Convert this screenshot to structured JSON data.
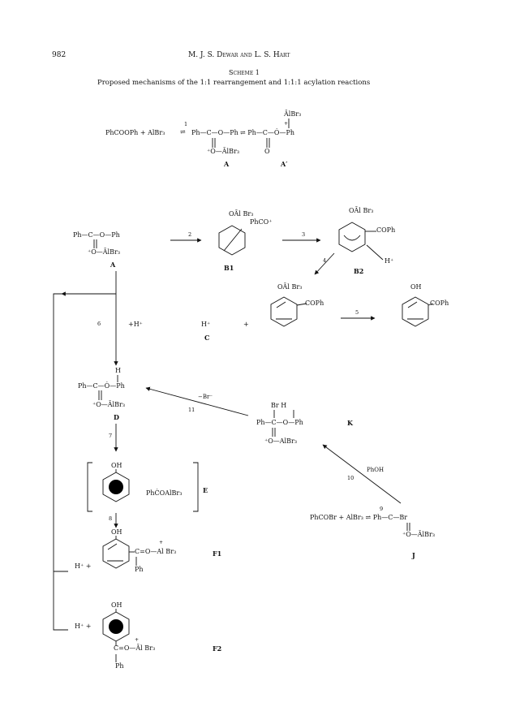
{
  "header": {
    "page_number": "982",
    "running_head": "M. J. S. Dewar and L. S. Hart"
  },
  "scheme": {
    "title": "Scheme 1",
    "caption": "Proposed mechanisms of the 1:1 rearrangement and 1:1:1 acylation reactions"
  },
  "top_equation": {
    "lhs": "PhCOOPh + AlBr₃",
    "step": "1",
    "A_main": "Ph—C—O—Ph",
    "A_sub": "⁺O—ĀlBr₃",
    "A_mid": "⇌ Ph—C—Ȯ—Ph",
    "Ap_top": "ĀlBr₃",
    "Ap_plus": "+",
    "Ap_sub": "O",
    "eq1": "⇌",
    "label_A": "A",
    "label_Ap": "A′"
  },
  "compounds": {
    "A_left_main": "Ph—C—O—Ph",
    "A_left_sub": "⁺O—ĀlBr₃",
    "A_left_label": "A",
    "B1_top": "OĀl Br₃",
    "B1_sub": "PhCO⁺",
    "B1_label": "B1",
    "B2_top": "OĀl Br₃",
    "B2_sub": "COPh",
    "B2_H": "H⁺",
    "B2_label": "B2",
    "C_H": "H⁺",
    "C_label": "C",
    "C_plus": "+",
    "mid_top": "OĀl Br₃",
    "mid_sub": "COPh",
    "prod_top": "OH",
    "prod_sub": "COPh",
    "D_H": "H",
    "D_main": "Ph—C—Ȯ—Ph",
    "D_sub": "⁺O—ĀlBr₃",
    "D_label": "D",
    "K_top": "Br   H",
    "K_main": "Ph—C—O—Ph",
    "K_sub": "⁺O—AlBr₃",
    "K_label": "K",
    "E_top": "OH",
    "E_sub": "PhĊOAlBr₃",
    "E_label": "E",
    "J_main": "PhCOBr + AlBr₃ ⇌ Ph—C—Br",
    "J_sub": "⁺O—ĀlBr₃",
    "J_label": "J",
    "J_step": "9",
    "F1_top": "OH",
    "F1_sub": "C=O—Al Br₃",
    "F1_plus": "+",
    "F1_ph": "Ph",
    "F1_label": "F1",
    "F1_H": "H⁺ +",
    "F2_top": "OH",
    "F2_sub": "C=O—Āl Br₃",
    "F2_plus": "+",
    "F2_ph": "Ph",
    "F2_label": "F2",
    "F2_H": "H⁺ +"
  },
  "steps": {
    "s2": "2",
    "s3": "3",
    "s4": "4",
    "s5": "5",
    "s6": "6",
    "s6_h": "+H⁺",
    "s7": "7",
    "s8": "8",
    "s10": "10",
    "s10_r": "PhOH",
    "s11": "11",
    "s11_r": "−Br⁻"
  }
}
